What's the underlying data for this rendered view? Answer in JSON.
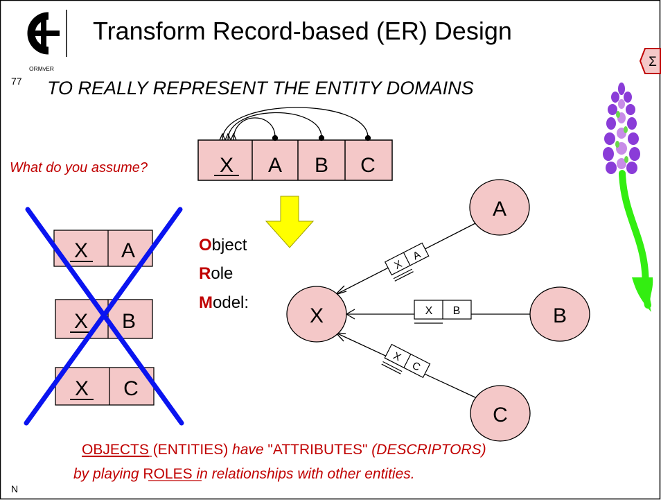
{
  "header": {
    "title": "Transform Record-based (ER) Design",
    "sub_label": "ORMvER",
    "slide_number": "77",
    "sigma": "Σ"
  },
  "subtitle": "TO REALLY REPRESENT THE ENTITY DOMAINS",
  "question": "What do you assume?",
  "record": {
    "cells": [
      "X",
      "A",
      "B",
      "C"
    ]
  },
  "crossed_tables": [
    {
      "key": "X",
      "attr": "A"
    },
    {
      "key": "X",
      "attr": "B"
    },
    {
      "key": "X",
      "attr": "C"
    }
  ],
  "orm": {
    "line1_initial": "O",
    "line1_rest": "bject",
    "line2_initial": "R",
    "line2_rest": "ole",
    "line3_initial": "M",
    "line3_rest": "odel:"
  },
  "entities": {
    "x": "X",
    "a": "A",
    "b": "B",
    "c": "C"
  },
  "facts": [
    {
      "left": "X",
      "right": "A"
    },
    {
      "left": "X",
      "right": "B"
    },
    {
      "left": "X",
      "right": "C"
    }
  ],
  "footer": {
    "line1_objects": "OBJECTS",
    "line1_entities": " (ENTITIES) ",
    "line1_have": "have",
    "line1_attributes": " \"ATTRIBUTES\" ",
    "line1_descriptors": "(DESCRIPTORS)",
    "line2_a": "by playing ",
    "line2_roles": "ROLES",
    "line2_b": " in relationships with other entities."
  },
  "corner_label": "N",
  "colors": {
    "pink": "#f4c8c8",
    "red": "#c00000",
    "blue": "#0a14f0",
    "yellow": "#ffff00",
    "green": "#33ee11",
    "lavender": "#8a3cd8"
  }
}
